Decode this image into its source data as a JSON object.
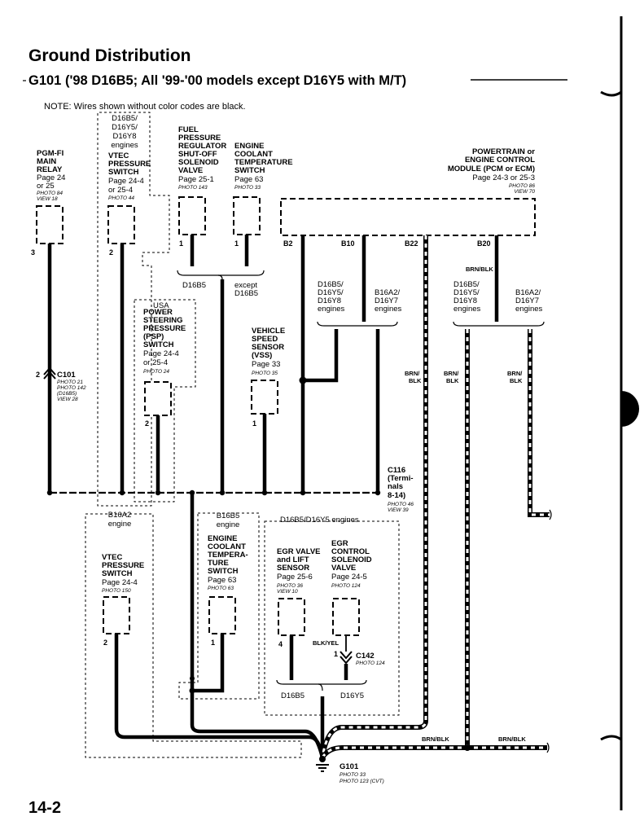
{
  "header": {
    "title": "Ground Distribution",
    "subtitle": "G101 ('98 D16B5; All '99-'00 models except D16Y5 with M/T)",
    "note": "NOTE: Wires shown without color codes are black."
  },
  "components": {
    "pgmfi": [
      "PGM-FI",
      "MAIN",
      "RELAY"
    ],
    "pgmfi_page": [
      "Page 24",
      "or 25"
    ],
    "pgmfi_photo": [
      "PHOTO 84",
      "VIEW 18"
    ],
    "vtec_top_group": [
      "D16B5/",
      "D16Y5/",
      "D16Y8",
      "engines"
    ],
    "vtec_top": [
      "VTEC",
      "PRESSURE",
      "SWITCH"
    ],
    "vtec_top_page": [
      "Page 24-4",
      "or 25-4"
    ],
    "vtec_top_photo": "PHOTO 44",
    "fuel": [
      "FUEL",
      "PRESSURE",
      "REGULATOR",
      "SHUT-OFF",
      "SOLENOID",
      "VALVE"
    ],
    "fuel_page": "Page 25-1",
    "fuel_photo": "PHOTO 143",
    "ect_top": [
      "ENGINE",
      "COOLANT",
      "TEMPERATURE",
      "SWITCH"
    ],
    "ect_top_page": "Page 63",
    "ect_top_photo": "PHOTO 33",
    "pcm": [
      "POWERTRAIN or",
      "ENGINE CONTROL",
      "MODULE (PCM or ECM)"
    ],
    "pcm_page": "Page 24-3 or 25-3",
    "pcm_photo": [
      "PHOTO 86",
      "VIEW 70"
    ],
    "psp_group": "USA",
    "psp": [
      "POWER",
      "STEERING",
      "PRESSURE",
      "(PSP)",
      "SWITCH"
    ],
    "psp_page": [
      "Page 24-4",
      "or 25-4"
    ],
    "psp_photo": "PHOTO 24",
    "vss": [
      "VEHICLE",
      "SPEED",
      "SENSOR",
      "(VSS)"
    ],
    "vss_page": "Page 33",
    "vss_photo": "PHOTO 35",
    "c101": "C101",
    "c101_photo": [
      "PHOTO 21",
      "PHOTO 142",
      "(D16B5)",
      "VIEW 28"
    ],
    "c116": [
      "C116",
      "(Termi-",
      "nals",
      "8-14)"
    ],
    "c116_photo": [
      "PHOTO 46",
      "VIEW 39"
    ],
    "vtec_bot_group": [
      "B16A2",
      "engine"
    ],
    "vtec_bot": [
      "VTEC",
      "PRESSURE",
      "SWITCH"
    ],
    "vtec_bot_page": "Page 24-4",
    "vtec_bot_photo": "PHOTO 150",
    "ect_bot_group": [
      "B16B5",
      "engine"
    ],
    "ect_bot": [
      "ENGINE",
      "COOLANT",
      "TEMPERA-",
      "TURE",
      "SWITCH"
    ],
    "ect_bot_page": "Page 63",
    "ect_bot_photo": "PHOTO 63",
    "egr_group": "D16B5/D16Y5 engines",
    "egr_valve": [
      "EGR VALVE",
      "and LIFT",
      "SENSOR"
    ],
    "egr_valve_page": "Page 25-6",
    "egr_valve_photo": [
      "PHOTO 36",
      "VIEW 10"
    ],
    "egr_ctrl": [
      "EGR",
      "CONTROL",
      "SOLENOID",
      "VALVE"
    ],
    "egr_ctrl_page": "Page 24-5",
    "egr_ctrl_photo": "PHOTO 124",
    "c142": "C142",
    "c142_photo": "PHOTO 124",
    "g101": "G101",
    "g101_photo": [
      "PHOTO 33",
      "PHOTO 123 (CVT)"
    ]
  },
  "branch_labels": {
    "d16b5": "D16B5",
    "except": [
      "except",
      "D16B5"
    ],
    "left_group": [
      "D16B5/",
      "D16Y5/",
      "D16Y8",
      "engines"
    ],
    "b16a2_d16y7": [
      "B16A2/",
      "D16Y7",
      "engines"
    ],
    "right_group": [
      "D16B5/",
      "D16Y5/",
      "D16Y8",
      "engines"
    ],
    "right_b16a2": [
      "B16A2/",
      "D16Y7",
      "engines"
    ],
    "egr_d16b5": "D16B5",
    "egr_d16y5": "D16Y5"
  },
  "pins": {
    "pgmfi": "3",
    "vtec_top": "2",
    "fuel": "1",
    "ect_top": "1",
    "b2": "B2",
    "b10": "B10",
    "b22": "B22",
    "b20": "B20",
    "c101": "2",
    "psp": "2",
    "vss": "1",
    "vtec_bot": "2",
    "ect_bot": "1",
    "egr_valve": "4",
    "egr_ctrl": "1"
  },
  "wire_colors": {
    "brn_blk": "BRN/BLK",
    "brn_blk_split": [
      "BRN/",
      "BLK"
    ],
    "blk_yel": "BLK/YEL"
  },
  "footer": {
    "page_number": "14-2"
  },
  "colors": {
    "wire": "#000000",
    "background": "#ffffff"
  }
}
